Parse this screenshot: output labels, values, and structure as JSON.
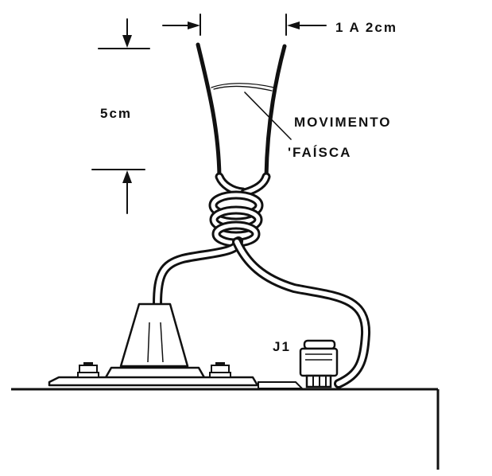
{
  "labels": {
    "gap": "1 A 2cm",
    "height": "5cm",
    "movement": "MOVIMENTO",
    "spark": "FAÍSCA",
    "jack": "J1"
  }
}
